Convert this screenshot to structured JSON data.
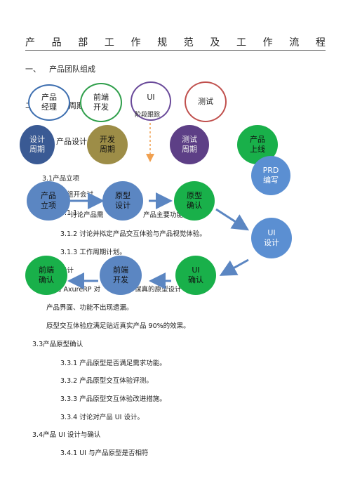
{
  "title_chars": [
    "产",
    "品",
    "部",
    "工",
    "作",
    "规",
    "范",
    "及",
    "工",
    "作",
    "流",
    "程"
  ],
  "section1": {
    "num": "一、",
    "text": "产品团队组成"
  },
  "team": [
    {
      "label": "产品\n经理",
      "border": "#3e6fb0"
    },
    {
      "label": "前端\n开发",
      "border": "#2e9e4a"
    },
    {
      "label": "UI",
      "border": "#6a4a9a",
      "sub": "阶段跟踪"
    },
    {
      "label": "测试",
      "border": "#c0504d"
    }
  ],
  "section2_partial": "二、",
  "section2_tail": "周期",
  "phases": [
    {
      "label": "设计\n周期"
    },
    {
      "label": "开发\n周期"
    },
    {
      "label": "测试\n周期"
    },
    {
      "label": "产品\n上线"
    }
  ],
  "chapter3_partial": "产品设计",
  "prd": "PRD\n编写",
  "flow": {
    "project": "产品\n立项",
    "proto_design": "原型\n设计",
    "proto_confirm": "原型\n确认",
    "ui_design": "UI\n设计",
    "ui_confirm": "UI\n确认",
    "dev": "前端\n开发",
    "dev_confirm": "前端\n确认"
  },
  "lines": {
    "s31": "3.1产品立项",
    "s31_frag": "组开会讨",
    "s311": "3.1.1",
    "s311a": "讨论产品需",
    "s311b": "产品主要功能",
    "s312": "3.1.2   讨论并拟定产品交互体验与产品视觉体验。",
    "s313": "3.1.3   工作周期计划。",
    "s32_frag": "设计",
    "axure_a": "用 AxureRP 对",
    "axure_b": "保真的原型设计",
    "interface": "产品界面、功能不出现遗漏。",
    "proto_effect": "原型交互体验应满足贴近真实产品 90%的效果。",
    "s33": "3.3产品原型确认",
    "s331": "3.3.1   产品原型是否满足需求功能。",
    "s332": "3.3.2   产品原型交互体验评测。",
    "s333": "3.3.3   产品原型交互体验改进措施。",
    "s334": "3.3.4   讨论对产品 UI 设计。",
    "s34": "3.4产品 UI 设计与确认",
    "s341": "3.4.1   UI 与产品原型是否相符"
  }
}
